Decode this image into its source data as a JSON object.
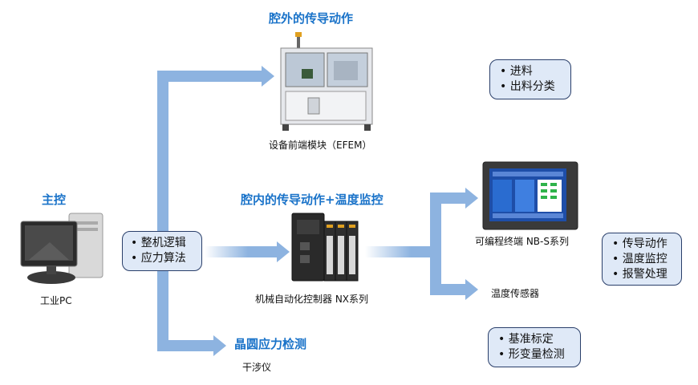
{
  "colors": {
    "heading": "#1a73c9",
    "arrow": "#8db3e0",
    "box_fill": "#dfe9f7",
    "box_border": "#2a3f6a"
  },
  "master": {
    "heading": "主控",
    "device_label": "工业PC",
    "icon": "desktop-pc-icon"
  },
  "logic_box": {
    "items": [
      "整机逻辑",
      "应力算法"
    ]
  },
  "outer_chamber": {
    "heading": "腔外的传导动作",
    "device_label": "设备前端模块（EFEM）",
    "icon": "efem-machine-icon"
  },
  "inner_chamber": {
    "heading": "腔内的传导动作+温度监控",
    "device_label": "机械自动化控制器 NX系列",
    "icon": "plc-controller-icon"
  },
  "wafer": {
    "heading": "晶圆应力检测",
    "device_label": "干涉仪"
  },
  "hmi": {
    "device_label": "可编程终端 NB-S系列",
    "icon": "hmi-screen-icon"
  },
  "temp_sensor": {
    "device_label": "温度传感器"
  },
  "box_feed": {
    "items": [
      "进料",
      "出料分类"
    ]
  },
  "box_hmi": {
    "items": [
      "传导动作",
      "温度监控",
      "报警处理"
    ]
  },
  "box_calib": {
    "items": [
      "基准标定",
      "形变量检测"
    ]
  }
}
